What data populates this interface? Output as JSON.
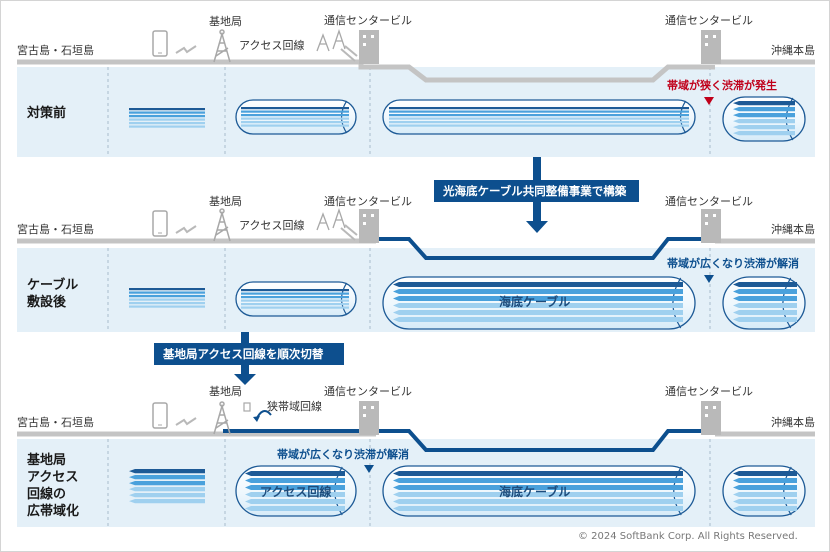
{
  "colors": {
    "panel": "#e4f0f8",
    "ground": "#c4c4c4",
    "route": "#0d4f8e",
    "dark_blue": "#1d5a96",
    "mid_blue": "#4aa1dc",
    "light_blue": "#9fd0ef",
    "congestion_red": "#c0001a"
  },
  "labels": {
    "base_station": "基地局",
    "center_building": "通信センタービル",
    "miyako": "宮古島・石垣島",
    "okinawa": "沖縄本島",
    "access_line": "アクセス回線",
    "narrow_line": "狭帯域回線",
    "undersea_cable": "海底ケーブル",
    "access_cable": "アクセス回線"
  },
  "stages": [
    {
      "title": "対策前",
      "status": "帯域が狭く渋滞が発生"
    },
    {
      "title": "ケーブル\n敷設後",
      "status": "帯域が広くなり渋滞が解消"
    },
    {
      "title": "基地局\nアクセス\n回線の\n広帯域化",
      "status": "帯域が広くなり渋滞が解消"
    }
  ],
  "transitions": [
    "光海底ケーブル共同整備事業で構築",
    "基地局アクセス回線を順次切替"
  ],
  "copyright": "© 2024 SoftBank Corp. All Rights Reserved."
}
